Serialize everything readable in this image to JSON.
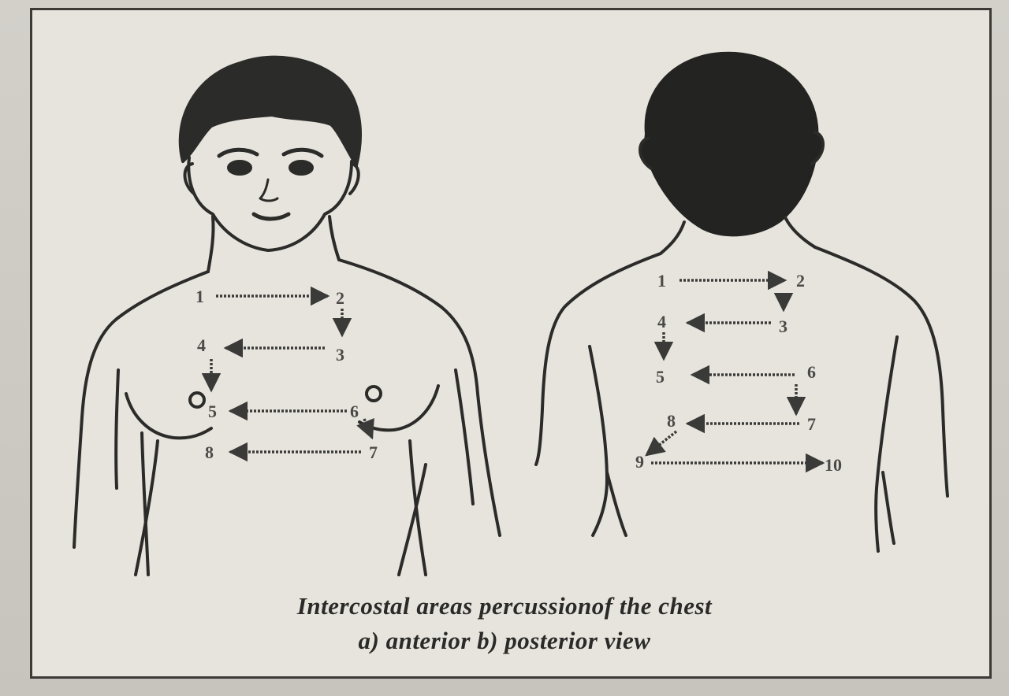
{
  "figure": {
    "caption_line1": "Intercostal areas percussionof the chest",
    "caption_line2": "a) anterior b) posterior view"
  },
  "anterior": {
    "labels": [
      "1",
      "2",
      "3",
      "4",
      "5",
      "6",
      "7",
      "8"
    ]
  },
  "posterior": {
    "labels": [
      "1",
      "2",
      "3",
      "4",
      "5",
      "6",
      "7",
      "8",
      "9",
      "10"
    ]
  },
  "colors": {
    "ink": "#2b2b29",
    "arrow": "#3a3a38",
    "paper": "#e7e4dd",
    "border": "#3c3a37"
  }
}
